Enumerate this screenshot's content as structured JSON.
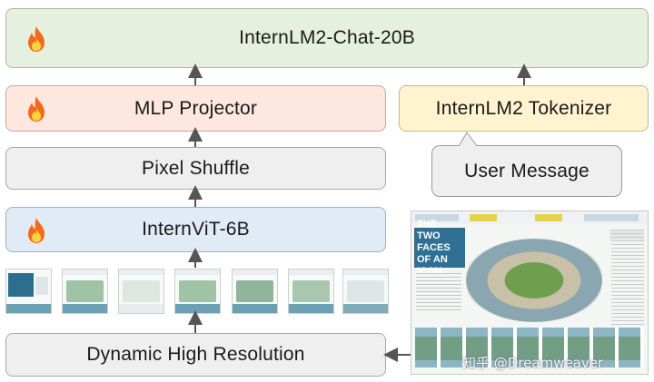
{
  "diagram": {
    "llm_label": "InternLM2-Chat-20B",
    "projector_label": "MLP Projector",
    "tokenizer_label": "InternLM2 Tokenizer",
    "pixel_shuffle_label": "Pixel Shuffle",
    "user_message_label": "User Message",
    "vit_label": "InternViT-6B",
    "dynamic_label": "Dynamic High Resolution",
    "trainable_icon": "flame-icon"
  },
  "image": {
    "title": "THE TWO FACES OF AN ICON",
    "watermark": "知乎 @Dreamweaver"
  },
  "colors": {
    "llm_bg": "#e5f0df",
    "projector_bg": "#fde7de",
    "tokenizer_bg": "#fff3d0",
    "vit_bg": "#e1ebf6",
    "gray_bg": "#efefef",
    "arrow": "#555555",
    "flame_outer": "#f26a1b",
    "flame_inner": "#ffd23f"
  }
}
